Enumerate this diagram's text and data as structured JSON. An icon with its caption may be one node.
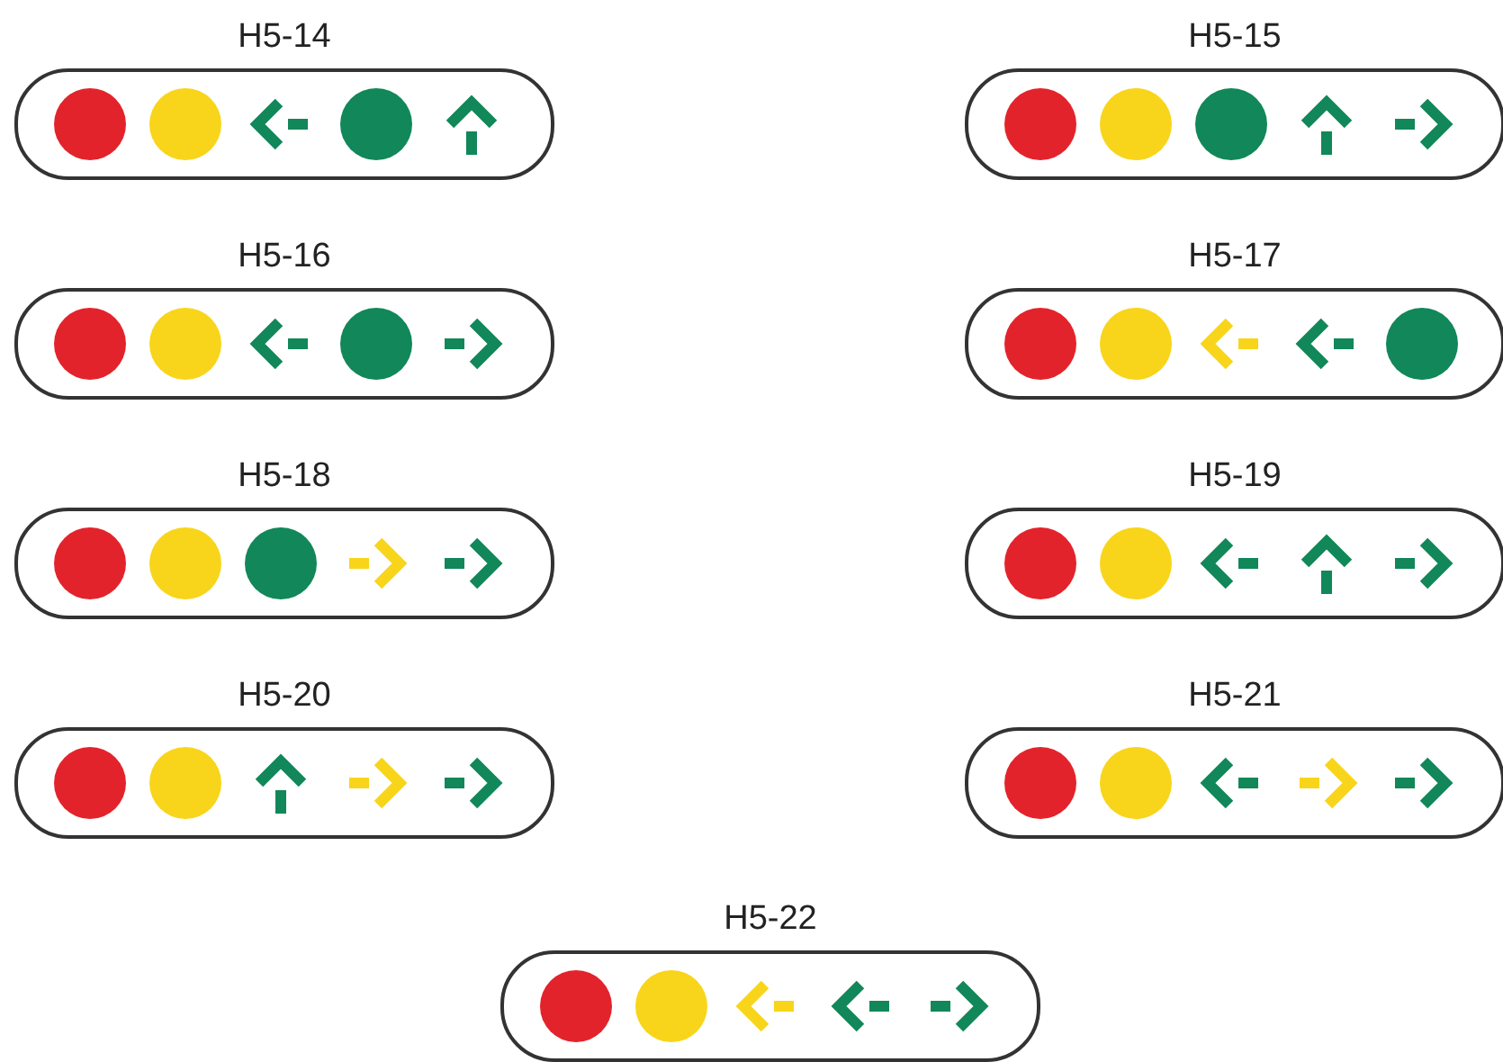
{
  "diagram": {
    "nodes": [
      {
        "text": [
          "H5-14"
        ]
      },
      {
        "text": [
          "H5-15"
        ]
      },
      {
        "text": [
          "H5-16"
        ]
      },
      {
        "text": [
          "H5-17"
        ]
      },
      {
        "text": [
          "H5-18"
        ]
      },
      {
        "text": [
          "H5-19"
        ]
      },
      {
        "text": [
          "H5-20"
        ]
      },
      {
        "text": [
          "H5-21"
        ]
      },
      {
        "text": [
          "H5-22"
        ]
      }
    ],
    "edges": []
  }
}
